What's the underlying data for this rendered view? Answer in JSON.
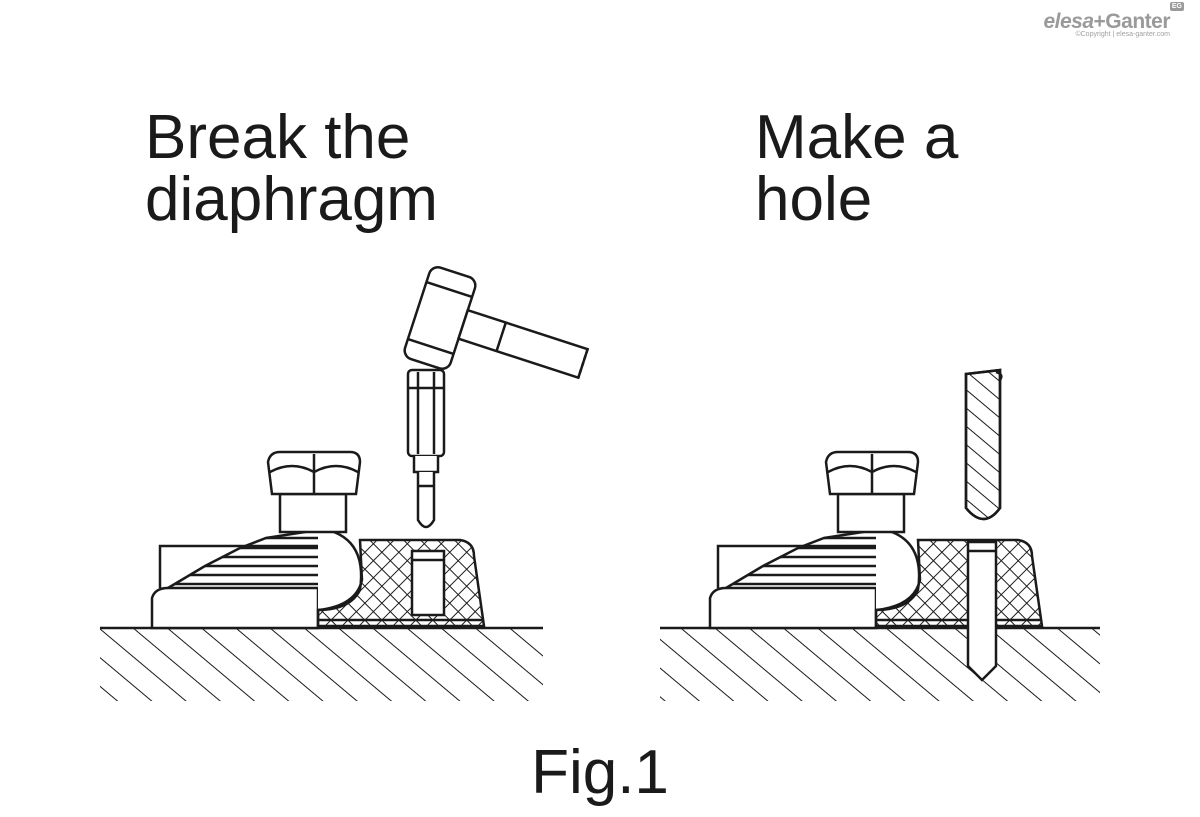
{
  "captions": {
    "left_line1": "Break the",
    "left_line2": "diaphragm",
    "right_line1": "Make a",
    "right_line2": "hole"
  },
  "figure_label": "Fig.1",
  "logo": {
    "brand_part1": "elesa",
    "brand_part2": "+Ganter",
    "badge": "EG",
    "copyright": "©Copyright | elesa-ganter.com"
  }
}
